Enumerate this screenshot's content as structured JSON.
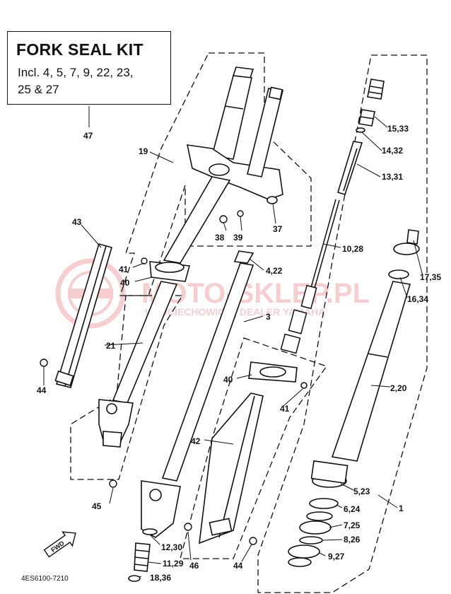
{
  "kit_box": {
    "title": "FORK SEAL KIT",
    "line1": "Incl. 4, 5, 7, 9, 22, 23,",
    "line2": "25 & 27"
  },
  "watermark": {
    "brand": "MOTO-SKLEP.PL",
    "tagline": "WOJCIECHOWICZ | DEALER YAMAHA",
    "color": "#d9232d"
  },
  "drawing_code": "4ES6100-7210",
  "fwd_label": "FWD",
  "callouts": {
    "c47": "47",
    "c19": "19",
    "c43": "43",
    "c38": "38",
    "c39": "39",
    "c37": "37",
    "c41a": "41",
    "c40a": "40",
    "c4_22": "4,22",
    "c3": "3",
    "c21": "21",
    "c44a": "44",
    "c40b": "40",
    "c41b": "41",
    "c42": "42",
    "c45": "45",
    "c12_30": "12,30",
    "c11_29": "11,29",
    "c18_36": "18,36",
    "c46": "46",
    "c44b": "44",
    "c15_33": "15,33",
    "c14_32": "14,32",
    "c13_31": "13,31",
    "c10_28": "10,28",
    "c17_35": "17,35",
    "c16_34": "16,34",
    "c2_20": "2,20",
    "c5_23": "5,23",
    "c6_24": "6,24",
    "c7_25": "7,25",
    "c8_26": "8,26",
    "c9_27": "9,27",
    "c1": "1"
  }
}
